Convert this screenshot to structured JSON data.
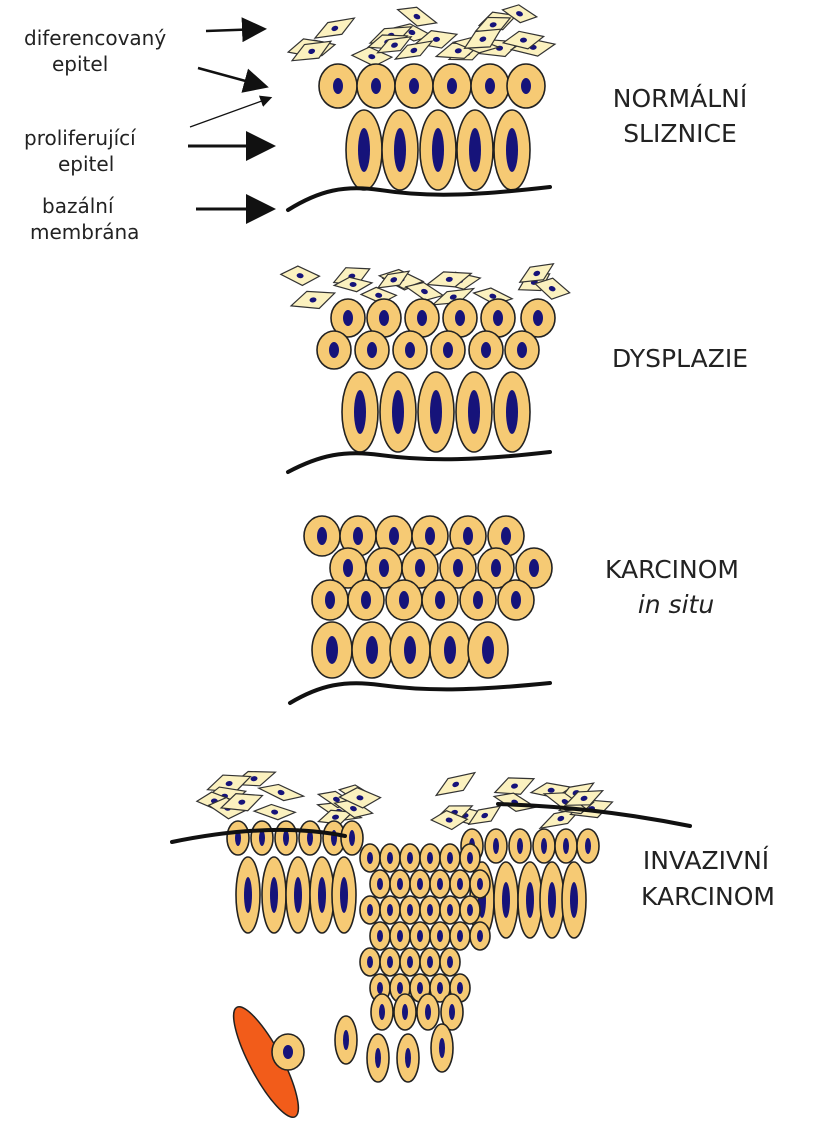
{
  "annotations": {
    "differentiated": [
      "diferencovaný",
      "epitel"
    ],
    "proliferating": [
      "proliferující",
      "epitel"
    ],
    "basal": [
      "bazální",
      "membrána"
    ]
  },
  "stages": [
    {
      "line1": "NORMÁLNÍ",
      "line2": "SLIZNICE"
    },
    {
      "line1": "DYSPLAZIE",
      "line2": ""
    },
    {
      "line1": "KARCINOM",
      "line2": "in situ"
    },
    {
      "line1": "INVAZIVNÍ",
      "line2": "KARCINOM"
    }
  ],
  "colors": {
    "cell_fill": "#f6ca74",
    "nucleus": "#16137a",
    "squamous_fill": "#fbf1bf",
    "membrane": "#111111",
    "foreign_cell": "#f25c1a"
  }
}
